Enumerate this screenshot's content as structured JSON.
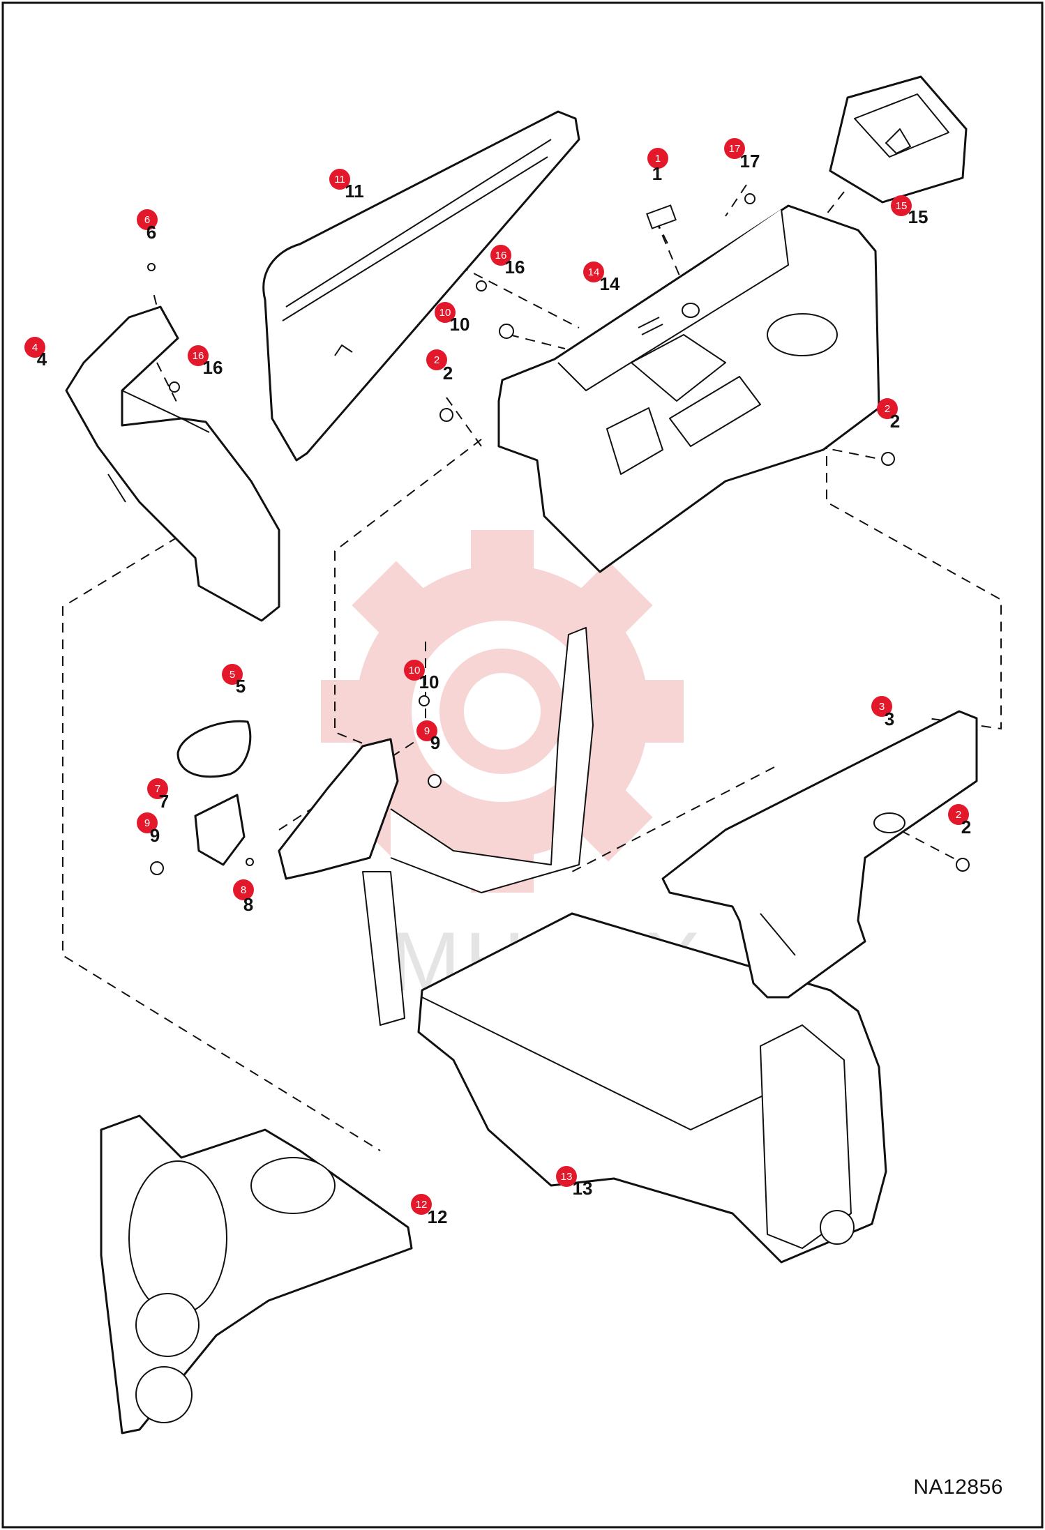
{
  "drawing_id": "NA12856",
  "watermark": {
    "text": "МНТЕХ"
  },
  "colors": {
    "badge": "#e3192b",
    "line": "#111111",
    "watermark_gear": "#f3b3b3",
    "watermark_text": "#cfcfcf"
  },
  "callouts": [
    {
      "id": "c1",
      "badge": "1",
      "label": "1"
    },
    {
      "id": "c17",
      "badge": "17",
      "label": "17"
    },
    {
      "id": "c15",
      "badge": "15",
      "label": "15"
    },
    {
      "id": "c11",
      "badge": "11",
      "label": "11"
    },
    {
      "id": "c6",
      "badge": "6",
      "label": "6"
    },
    {
      "id": "c16a",
      "badge": "16",
      "label": "16"
    },
    {
      "id": "c14",
      "badge": "14",
      "label": "14"
    },
    {
      "id": "c10a",
      "badge": "10",
      "label": "10"
    },
    {
      "id": "c4",
      "badge": "4",
      "label": "4"
    },
    {
      "id": "c16b",
      "badge": "16",
      "label": "16"
    },
    {
      "id": "c2a",
      "badge": "2",
      "label": "2"
    },
    {
      "id": "c2b",
      "badge": "2",
      "label": "2"
    },
    {
      "id": "c5",
      "badge": "5",
      "label": "5"
    },
    {
      "id": "c10b",
      "badge": "10",
      "label": "10"
    },
    {
      "id": "c9a",
      "badge": "9",
      "label": "9"
    },
    {
      "id": "c3",
      "badge": "3",
      "label": "3"
    },
    {
      "id": "c7",
      "badge": "7",
      "label": "7"
    },
    {
      "id": "c9b",
      "badge": "9",
      "label": "9"
    },
    {
      "id": "c2c",
      "badge": "2",
      "label": "2"
    },
    {
      "id": "c8",
      "badge": "8",
      "label": "8"
    },
    {
      "id": "c13",
      "badge": "13",
      "label": "13"
    },
    {
      "id": "c12",
      "badge": "12",
      "label": "12"
    }
  ]
}
